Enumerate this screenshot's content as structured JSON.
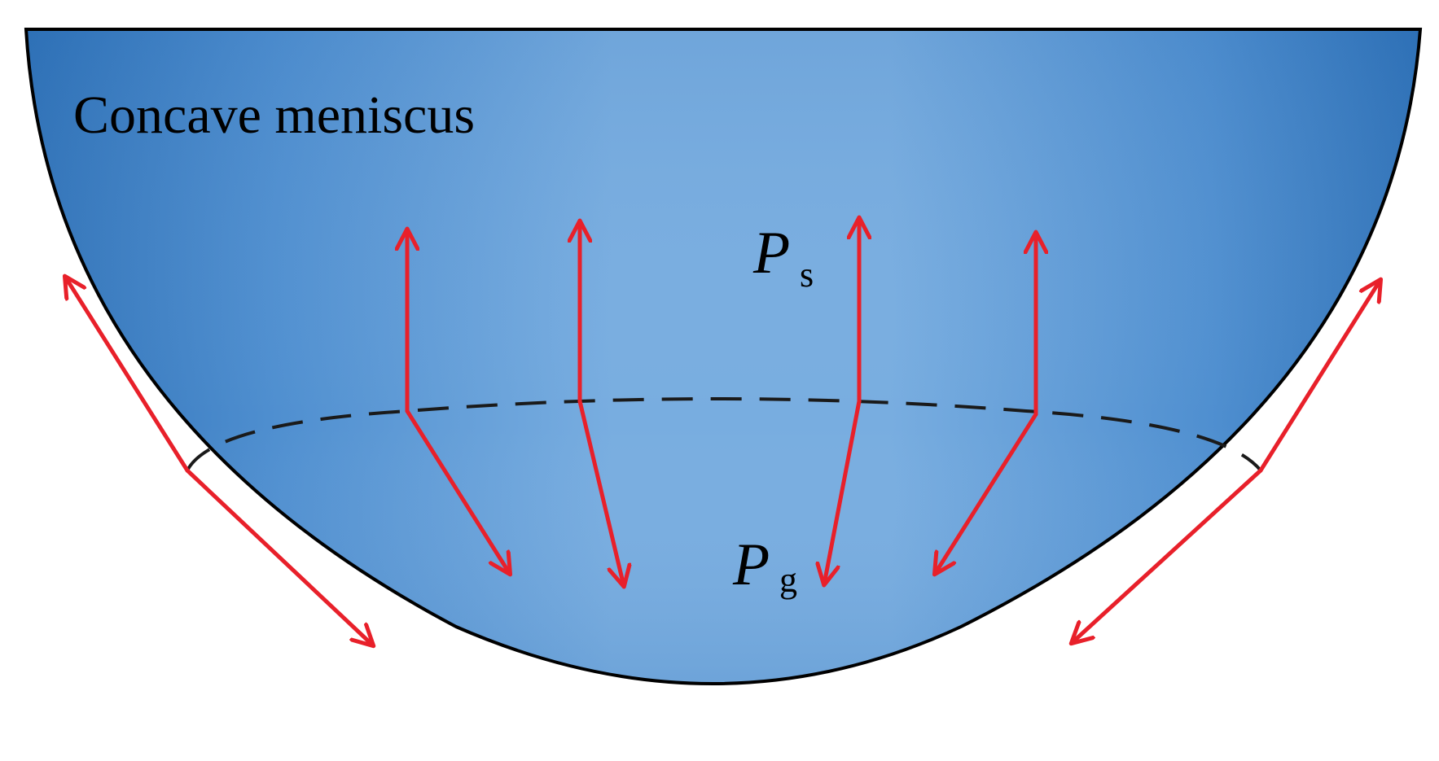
{
  "diagram": {
    "title": "Concave meniscus",
    "labels": {
      "upper_symbol": "P",
      "upper_subscript": "s",
      "lower_symbol": "P",
      "lower_subscript": "g"
    },
    "colors": {
      "liquid_dark": "#2f76bd",
      "liquid_light": "#7db0de",
      "arrow": "#e8202a",
      "outline": "#000000",
      "contact_line": "#1a1a1a"
    }
  }
}
